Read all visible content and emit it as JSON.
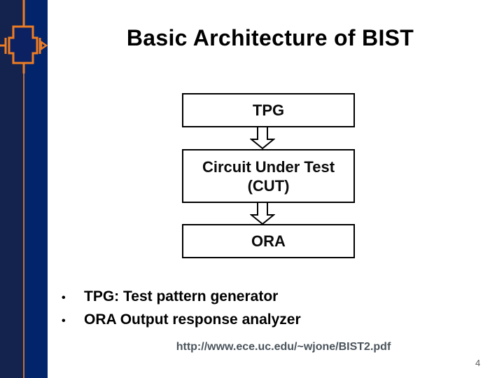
{
  "slide": {
    "title": "Basic Architecture of BIST",
    "diagram": {
      "boxes": [
        {
          "lines": [
            "TPG"
          ]
        },
        {
          "lines": [
            "Circuit Under Test",
            "(CUT)"
          ]
        },
        {
          "lines": [
            "ORA"
          ]
        }
      ]
    },
    "bullets": [
      {
        "marker": "•",
        "text": "TPG: Test pattern generator"
      },
      {
        "marker": "•",
        "text": "ORA Output response analyzer"
      }
    ],
    "source_url": "http://www.ece.uc.edu/~wjone/BIST2.pdf",
    "page_number": "4"
  },
  "sidebar": {
    "logo_icon": "cmos-transmission-gate-icon"
  },
  "colors": {
    "sidebar_navy_left": "#14224e",
    "sidebar_navy_right": "#02246a",
    "accent_orange": "#ee7d24",
    "divider_orange": "#c0703a",
    "box_border_black": "#000000",
    "url_slate": "#4a545c",
    "page_number_gray": "#5a5a5a"
  }
}
